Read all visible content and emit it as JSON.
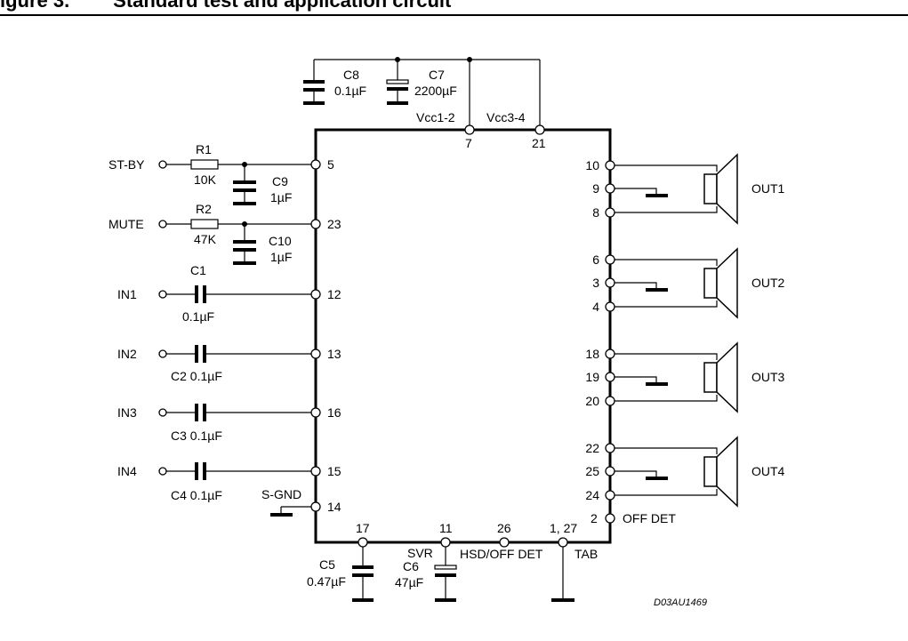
{
  "figure": {
    "prefix": "igure 3.",
    "title": "Standard test and application circuit"
  },
  "code": "D03AU1469",
  "supply": {
    "c8": {
      "name": "C8",
      "value": "0.1µF"
    },
    "c7": {
      "name": "C7",
      "value": "2200µF"
    },
    "vcc12": {
      "name": "Vcc1-2",
      "pin": "7"
    },
    "vcc34": {
      "name": "Vcc3-4",
      "pin": "21"
    }
  },
  "left_inputs": [
    {
      "key": "stby",
      "label": "ST-BY",
      "pin": "5",
      "r_name": "R1",
      "r_value": "10K",
      "c_name": "C9",
      "c_value": "1µF"
    },
    {
      "key": "mute",
      "label": "MUTE",
      "pin": "23",
      "r_name": "R2",
      "r_value": "47K",
      "c_name": "C10",
      "c_value": "1µF"
    }
  ],
  "audio_inputs": [
    {
      "label": "IN1",
      "pin": "12",
      "cap": "C1",
      "value": "0.1µF"
    },
    {
      "label": "IN2",
      "pin": "13",
      "cap": "C2 0.1µF"
    },
    {
      "label": "IN3",
      "pin": "16",
      "cap": "C3 0.1µF"
    },
    {
      "label": "IN4",
      "pin": "15",
      "cap": "C4 0.1µF"
    }
  ],
  "sgnd": {
    "label": "S-GND",
    "pin": "14"
  },
  "outputs": [
    {
      "label": "OUT1",
      "pins": [
        "10",
        "9",
        "8"
      ]
    },
    {
      "label": "OUT2",
      "pins": [
        "6",
        "3",
        "4"
      ]
    },
    {
      "label": "OUT3",
      "pins": [
        "18",
        "19",
        "20"
      ]
    },
    {
      "label": "OUT4",
      "pins": [
        "22",
        "25",
        "24"
      ]
    }
  ],
  "offdet": {
    "label": "OFF DET",
    "pin": "2"
  },
  "bottom": {
    "c5": {
      "pin": "17",
      "name": "C5",
      "value": "0.47µF"
    },
    "svr": {
      "pin": "11",
      "label": "SVR",
      "name": "C6",
      "value": "47µF"
    },
    "hsd": {
      "pin": "26",
      "label": "HSD/OFF DET"
    },
    "tab": {
      "pin": "1, 27",
      "label": "TAB"
    }
  }
}
